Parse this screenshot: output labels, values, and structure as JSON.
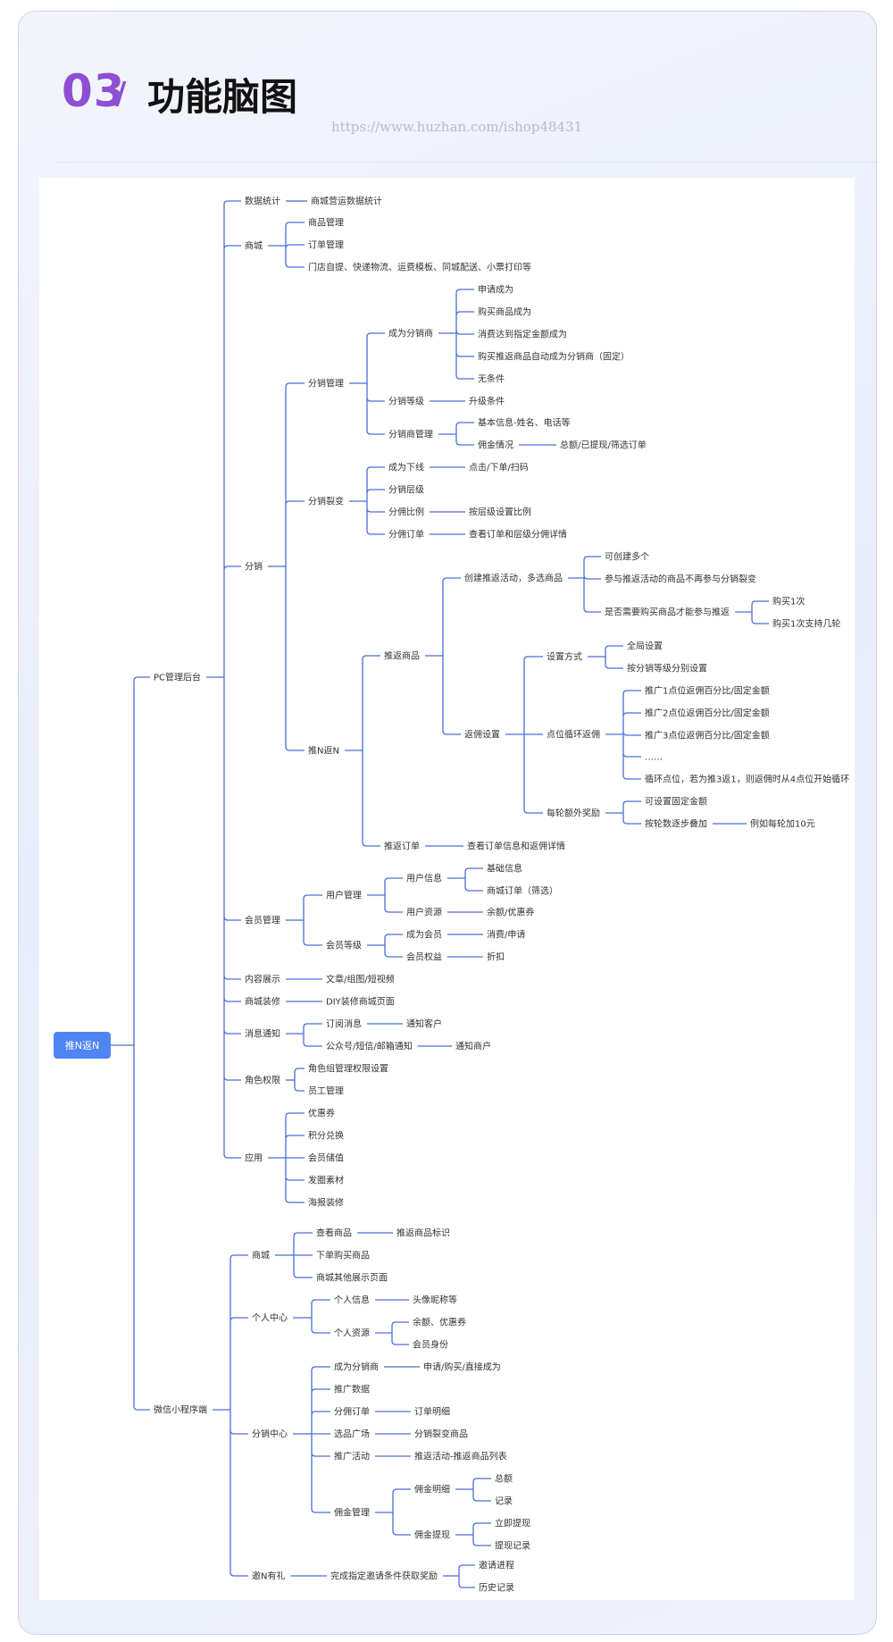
{
  "header": {
    "number": "03",
    "slash": "/",
    "title": "功能脑图",
    "watermark": "https://www.huzhan.com/ishop48431"
  },
  "mindmap": {
    "root": {
      "label": "推N返N"
    },
    "nodes": [
      {
        "id": "pc",
        "label": "PC管理后台",
        "parent": "root"
      },
      {
        "id": "stat",
        "label": "数据统计",
        "parent": "pc"
      },
      {
        "id": "stat1",
        "label": "商城营运数据统计",
        "parent": "stat"
      },
      {
        "id": "mall",
        "label": "商城",
        "parent": "pc"
      },
      {
        "id": "mall1",
        "label": "商品管理",
        "parent": "mall"
      },
      {
        "id": "mall2",
        "label": "订单管理",
        "parent": "mall"
      },
      {
        "id": "mall3",
        "label": "门店自提、快递物流、运费模板、同城配送、小票打印等",
        "parent": "mall"
      },
      {
        "id": "dist",
        "label": "分销",
        "parent": "pc"
      },
      {
        "id": "dm",
        "label": "分销管理",
        "parent": "dist"
      },
      {
        "id": "dm1",
        "label": "成为分销商",
        "parent": "dm"
      },
      {
        "id": "dm1a",
        "label": "申请成为",
        "parent": "dm1"
      },
      {
        "id": "dm1b",
        "label": "购买商品成为",
        "parent": "dm1"
      },
      {
        "id": "dm1c",
        "label": "消费达到指定金额成为",
        "parent": "dm1"
      },
      {
        "id": "dm1d",
        "label": "购买推返商品自动成为分销商（固定）",
        "parent": "dm1"
      },
      {
        "id": "dm1e",
        "label": "无条件",
        "parent": "dm1"
      },
      {
        "id": "dm2",
        "label": "分销等级",
        "parent": "dm"
      },
      {
        "id": "dm2a",
        "label": "升级条件",
        "parent": "dm2"
      },
      {
        "id": "dm3",
        "label": "分销商管理",
        "parent": "dm"
      },
      {
        "id": "dm3a",
        "label": "基本信息-姓名、电话等",
        "parent": "dm3"
      },
      {
        "id": "dm3b",
        "label": "佣金情况",
        "parent": "dm3"
      },
      {
        "id": "dm3b1",
        "label": "总额/已提现/筛选订单",
        "parent": "dm3b"
      },
      {
        "id": "fx",
        "label": "分销裂变",
        "parent": "dist"
      },
      {
        "id": "fx1",
        "label": "成为下线",
        "parent": "fx"
      },
      {
        "id": "fx1a",
        "label": "点击/下单/扫码",
        "parent": "fx1"
      },
      {
        "id": "fx2",
        "label": "分销层级",
        "parent": "fx"
      },
      {
        "id": "fx3",
        "label": "分佣比例",
        "parent": "fx"
      },
      {
        "id": "fx3a",
        "label": "按层级设置比例",
        "parent": "fx3"
      },
      {
        "id": "fx4",
        "label": "分佣订单",
        "parent": "fx"
      },
      {
        "id": "fx4a",
        "label": "查看订单和层级分佣详情",
        "parent": "fx4"
      },
      {
        "id": "tn",
        "label": "推N返N",
        "parent": "dist"
      },
      {
        "id": "tn1",
        "label": "推返商品",
        "parent": "tn"
      },
      {
        "id": "c1",
        "label": "创建推返活动，多选商品",
        "parent": "tn1"
      },
      {
        "id": "c1a",
        "label": "可创建多个",
        "parent": "c1"
      },
      {
        "id": "c1b",
        "label": "参与推返活动的商品不再参与分销裂变",
        "parent": "c1"
      },
      {
        "id": "c1c",
        "label": "是否需要购买商品才能参与推返",
        "parent": "c1"
      },
      {
        "id": "c1c1",
        "label": "购买1次",
        "parent": "c1c"
      },
      {
        "id": "c1c2",
        "label": "购买1次支持几轮",
        "parent": "c1c"
      },
      {
        "id": "c2",
        "label": "返佣设置",
        "parent": "tn1"
      },
      {
        "id": "c2a",
        "label": "设置方式",
        "parent": "c2"
      },
      {
        "id": "c2a1",
        "label": "全局设置",
        "parent": "c2a"
      },
      {
        "id": "c2a2",
        "label": "按分销等级分别设置",
        "parent": "c2a"
      },
      {
        "id": "c2b",
        "label": "点位循环返佣",
        "parent": "c2"
      },
      {
        "id": "c2b1",
        "label": "推广1点位返佣百分比/固定金额",
        "parent": "c2b"
      },
      {
        "id": "c2b2",
        "label": "推广2点位返佣百分比/固定金额",
        "parent": "c2b"
      },
      {
        "id": "c2b3",
        "label": "推广3点位返佣百分比/固定金额",
        "parent": "c2b"
      },
      {
        "id": "c2b4",
        "label": "……",
        "parent": "c2b"
      },
      {
        "id": "c2b5",
        "label": "循环点位，若为推3返1，则返佣时从4点位开始循环",
        "parent": "c2b"
      },
      {
        "id": "c2c",
        "label": "每轮额外奖励",
        "parent": "c2"
      },
      {
        "id": "c2c1",
        "label": "可设置固定金额",
        "parent": "c2c"
      },
      {
        "id": "c2c2",
        "label": "按轮数逐步叠加",
        "parent": "c2c"
      },
      {
        "id": "c2c2a",
        "label": "例如每轮加10元",
        "parent": "c2c2"
      },
      {
        "id": "tn2",
        "label": "推返订单",
        "parent": "tn"
      },
      {
        "id": "tn2a",
        "label": "查看订单信息和返佣详情",
        "parent": "tn2"
      },
      {
        "id": "mem",
        "label": "会员管理",
        "parent": "pc"
      },
      {
        "id": "um",
        "label": "用户管理",
        "parent": "mem"
      },
      {
        "id": "ui",
        "label": "用户信息",
        "parent": "um"
      },
      {
        "id": "ui1",
        "label": "基础信息",
        "parent": "ui"
      },
      {
        "id": "ui2",
        "label": "商城订单（筛选）",
        "parent": "ui"
      },
      {
        "id": "ur",
        "label": "用户资源",
        "parent": "um"
      },
      {
        "id": "ur1",
        "label": "余额/优惠券",
        "parent": "ur"
      },
      {
        "id": "ml",
        "label": "会员等级",
        "parent": "mem"
      },
      {
        "id": "ml1",
        "label": "成为会员",
        "parent": "ml"
      },
      {
        "id": "ml1a",
        "label": "消费/申请",
        "parent": "ml1"
      },
      {
        "id": "ml2",
        "label": "会员权益",
        "parent": "ml"
      },
      {
        "id": "ml2a",
        "label": "折扣",
        "parent": "ml2"
      },
      {
        "id": "ct",
        "label": "内容展示",
        "parent": "pc"
      },
      {
        "id": "ct1",
        "label": "文章/组图/短视频",
        "parent": "ct"
      },
      {
        "id": "dec",
        "label": "商城装修",
        "parent": "pc"
      },
      {
        "id": "dec1",
        "label": "DIY装修商城页面",
        "parent": "dec"
      },
      {
        "id": "msg",
        "label": "消息通知",
        "parent": "pc"
      },
      {
        "id": "msg1",
        "label": "订阅消息",
        "parent": "msg"
      },
      {
        "id": "msg1a",
        "label": "通知客户",
        "parent": "msg1"
      },
      {
        "id": "msg2",
        "label": "公众号/短信/邮箱通知",
        "parent": "msg"
      },
      {
        "id": "msg2a",
        "label": "通知商户",
        "parent": "msg2"
      },
      {
        "id": "role",
        "label": "角色权限",
        "parent": "pc"
      },
      {
        "id": "role1",
        "label": "角色组管理权限设置",
        "parent": "role"
      },
      {
        "id": "role2",
        "label": "员工管理",
        "parent": "role"
      },
      {
        "id": "app",
        "label": "应用",
        "parent": "pc"
      },
      {
        "id": "app1",
        "label": "优惠券",
        "parent": "app"
      },
      {
        "id": "app2",
        "label": "积分兑换",
        "parent": "app"
      },
      {
        "id": "app3",
        "label": "会员储值",
        "parent": "app"
      },
      {
        "id": "app4",
        "label": "发圈素材",
        "parent": "app"
      },
      {
        "id": "app5",
        "label": "海报装修",
        "parent": "app"
      },
      {
        "id": "wx",
        "label": "微信小程序端",
        "parent": "root"
      },
      {
        "id": "ws",
        "label": "商城",
        "parent": "wx"
      },
      {
        "id": "ws1",
        "label": "查看商品",
        "parent": "ws"
      },
      {
        "id": "ws1a",
        "label": "推返商品标识",
        "parent": "ws1"
      },
      {
        "id": "ws2",
        "label": "下单购买商品",
        "parent": "ws"
      },
      {
        "id": "ws3",
        "label": "商城其他展示页面",
        "parent": "ws"
      },
      {
        "id": "wp",
        "label": "个人中心",
        "parent": "wx"
      },
      {
        "id": "wp1",
        "label": "个人信息",
        "parent": "wp"
      },
      {
        "id": "wp1a",
        "label": "头像昵称等",
        "parent": "wp1"
      },
      {
        "id": "wp2",
        "label": "个人资源",
        "parent": "wp"
      },
      {
        "id": "wp2a",
        "label": "余额、优惠券",
        "parent": "wp2"
      },
      {
        "id": "wp2b",
        "label": "会员身份",
        "parent": "wp2"
      },
      {
        "id": "wd",
        "label": "分销中心",
        "parent": "wx"
      },
      {
        "id": "wd1",
        "label": "成为分销商",
        "parent": "wd"
      },
      {
        "id": "wd1a",
        "label": "申请/购买/直接成为",
        "parent": "wd1"
      },
      {
        "id": "wd2",
        "label": "推广数据",
        "parent": "wd"
      },
      {
        "id": "wd3",
        "label": "分佣订单",
        "parent": "wd"
      },
      {
        "id": "wd3a",
        "label": "订单明细",
        "parent": "wd3"
      },
      {
        "id": "wd4",
        "label": "选品广场",
        "parent": "wd"
      },
      {
        "id": "wd4a",
        "label": "分销裂变商品",
        "parent": "wd4"
      },
      {
        "id": "wd5",
        "label": "推广活动",
        "parent": "wd"
      },
      {
        "id": "wd5a",
        "label": "推返活动-推返商品列表",
        "parent": "wd5"
      },
      {
        "id": "wd6",
        "label": "佣金管理",
        "parent": "wd"
      },
      {
        "id": "wd6a",
        "label": "佣金明细",
        "parent": "wd6"
      },
      {
        "id": "wd6a1",
        "label": "总额",
        "parent": "wd6a"
      },
      {
        "id": "wd6a2",
        "label": "记录",
        "parent": "wd6a"
      },
      {
        "id": "wd6b",
        "label": "佣金提现",
        "parent": "wd6"
      },
      {
        "id": "wd6b1",
        "label": "立即提现",
        "parent": "wd6b"
      },
      {
        "id": "wd6b2",
        "label": "提现记录",
        "parent": "wd6b"
      },
      {
        "id": "wi",
        "label": "邀N有礼",
        "parent": "wx"
      },
      {
        "id": "wi1",
        "label": "完成指定邀请条件获取奖励",
        "parent": "wi"
      },
      {
        "id": "wi1a",
        "label": "邀请进程",
        "parent": "wi1"
      },
      {
        "id": "wi1b",
        "label": "历史记录",
        "parent": "wi1"
      }
    ]
  },
  "colors": {
    "line": "#4a6fd4",
    "root": "#4e85f2",
    "accent": "#8f4fd3"
  }
}
